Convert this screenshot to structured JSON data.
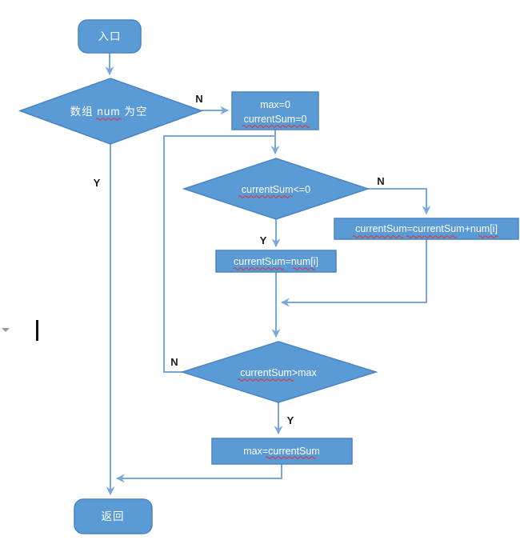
{
  "colors": {
    "shape_fill": "#5B9BD5",
    "shape_border": "#4A84C4",
    "connector": "#7BA7DC",
    "node_text": "#FFFFFF",
    "edge_label_text": "#1A1A1A",
    "spellcheck_underline": "#E03030",
    "caret": "#111111",
    "artifact_gray": "#9A9A9A"
  },
  "flowchart": {
    "nodes": {
      "entry": {
        "label": "入口"
      },
      "check_empty": {
        "label": "数组 num 为空"
      },
      "init": {
        "line1": "max=0",
        "line2": "currentSum=0"
      },
      "check_sum": {
        "label": "currentSum<=0"
      },
      "accumulate": {
        "label": "currentSum=currentSum+num[i]"
      },
      "reset": {
        "label": "currentSum=num[i]"
      },
      "check_max": {
        "label": "currentSum>max"
      },
      "update_max": {
        "label": "max=currentSum"
      },
      "return": {
        "label": "返回"
      }
    },
    "edge_labels": {
      "check_empty_no": "N",
      "check_empty_yes": "Y",
      "check_sum_no": "N",
      "check_sum_yes": "Y",
      "check_max_no": "N",
      "check_max_yes": "Y"
    }
  }
}
